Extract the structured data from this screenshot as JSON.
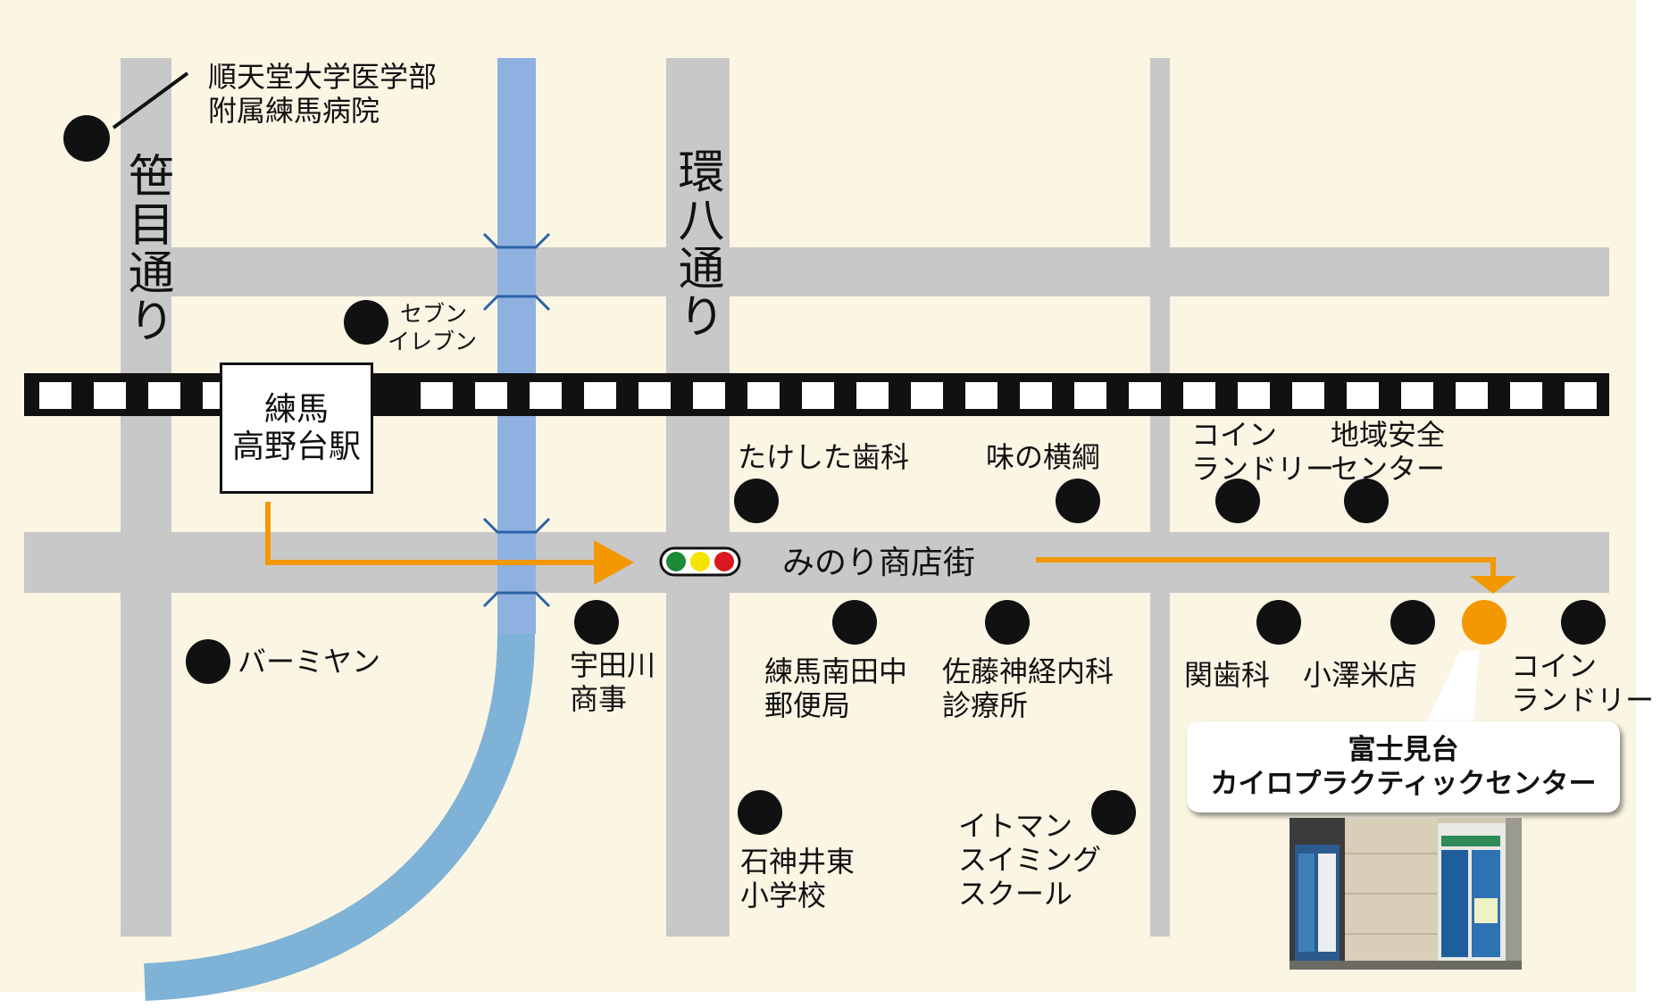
{
  "colors": {
    "background": "#fbf5e4",
    "road": "#c8c8c8",
    "river_straight": "#8fb1df",
    "river_curve": "#7eb2d6",
    "route_arrow": "#f39800",
    "marker": "#111111",
    "destination_marker": "#f39800",
    "signal_green": "#1d8a36",
    "signal_yellow": "#f4e400",
    "signal_red": "#d9181f"
  },
  "roads": {
    "sasame": "笹目通り",
    "kanpachi": "環八通り",
    "minori": "みのり商店街"
  },
  "station": {
    "line1": "練馬",
    "line2": "高野台駅"
  },
  "landmarks": {
    "juntendo": [
      "順天堂大学医学部",
      "附属練馬病院"
    ],
    "seven_eleven": [
      "セブン",
      "イレブン"
    ],
    "takeshita_dental": [
      "たけした歯科"
    ],
    "aji_no_yokozuna": [
      "味の横綱"
    ],
    "coin_laundry_north": [
      "コイン",
      "ランドリー"
    ],
    "safety_center": [
      "地域安全",
      "センター"
    ],
    "bamiyan": [
      "バーミヤン"
    ],
    "udagawa": [
      "宇田川",
      "商事"
    ],
    "post_office": [
      "練馬南田中",
      "郵便局"
    ],
    "sato_clinic": [
      "佐藤神経内科",
      "診療所"
    ],
    "seki_dental": [
      "関歯科"
    ],
    "ozawa_rice": [
      "小澤米店"
    ],
    "coin_laundry_south": [
      "コイン",
      "ランドリー"
    ],
    "itoman": [
      "イトマン",
      "スイミング",
      "スクール"
    ],
    "ishigamii_school": [
      "石神井東",
      "小学校"
    ]
  },
  "destination": {
    "line1": "富士見台",
    "line2": "カイロプラクティックセンター"
  },
  "icons": {
    "markers": "black-dot-icon",
    "destination": "orange-dot-icon",
    "signal": "traffic-light-icon",
    "railway": "railway-track-icon",
    "photo": "storefront-photo"
  }
}
